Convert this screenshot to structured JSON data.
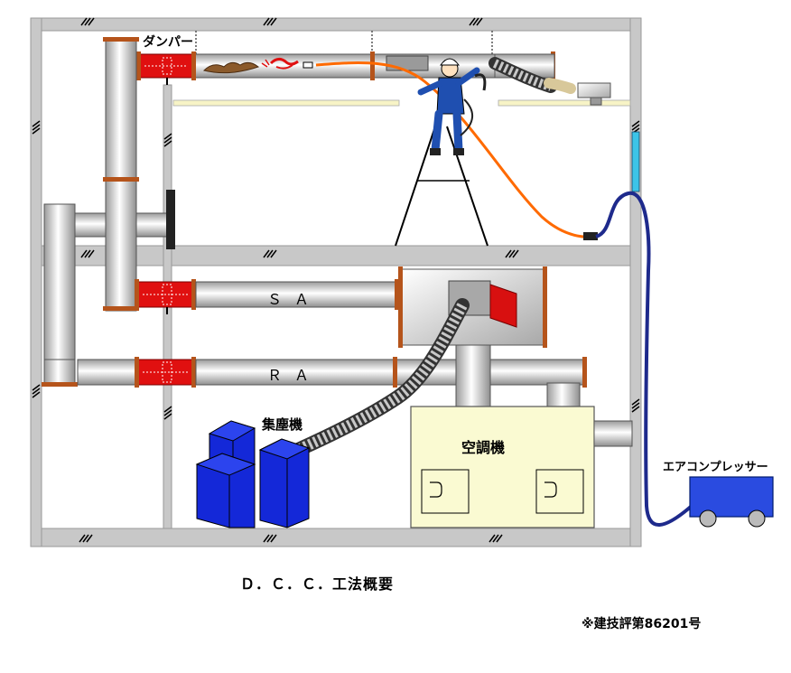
{
  "labels": {
    "damper": "ダンパー",
    "sa": "ＳＡ",
    "ra": "ＲＡ",
    "dust_collector": "集塵機",
    "air_conditioner": "空調機",
    "air_compressor": "エアコンプレッサー",
    "title": "Ｄ．Ｃ．Ｃ．工法概要",
    "certification": "※建技評第86201号"
  },
  "colors": {
    "building_frame": "#c8c8c8",
    "duct": "#e6e6e6",
    "flange": "#b5541b",
    "damper": "#e01010",
    "dust_collector": "#1428d8",
    "air_conditioner": "#fafad2",
    "compressor": "#2a4be0",
    "air_hose": "#1e2a8c",
    "orange_hose": "#ff6a00",
    "worker": "#1f4fb0",
    "ac_vent": "#d81010"
  },
  "icons": [
    "worker-icon",
    "dust-collector-icon",
    "air-compressor-icon",
    "damper-icon",
    "flexible-hose-icon",
    "cleaning-nozzle-icon"
  ]
}
